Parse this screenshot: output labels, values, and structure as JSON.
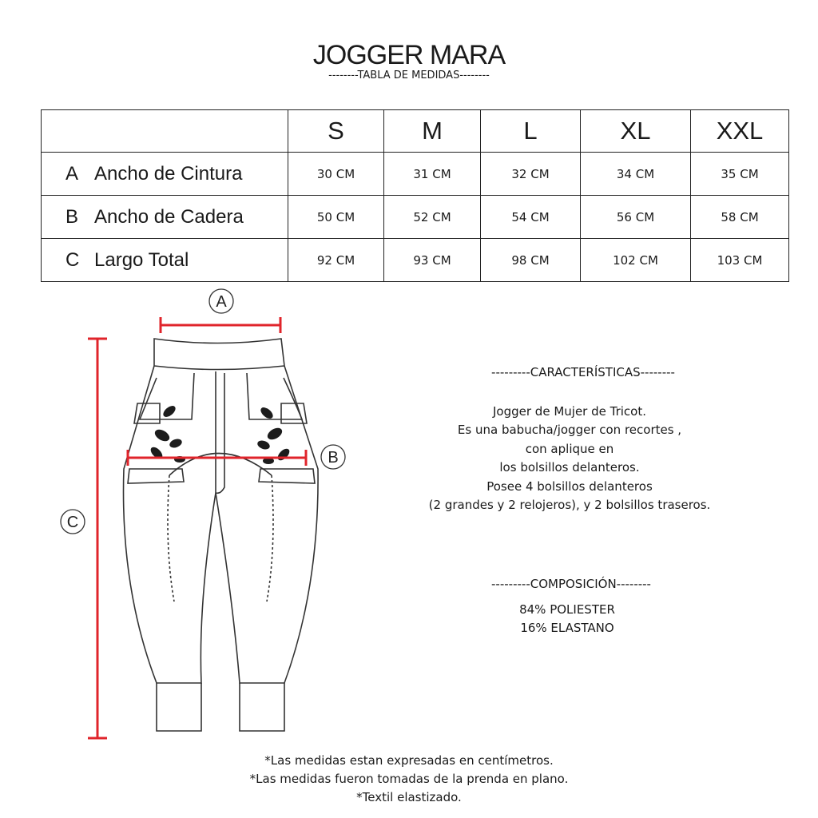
{
  "header": {
    "title": "JOGGER MARA",
    "subtitle": "--------TABLA DE MEDIDAS--------"
  },
  "table": {
    "sizes": [
      "S",
      "M",
      "L",
      "XL",
      "XXL"
    ],
    "rows": [
      {
        "letter": "A",
        "label": "Ancho de Cintura",
        "values": [
          "30 CM",
          "31 CM",
          "32 CM",
          "34 CM",
          "35 CM"
        ]
      },
      {
        "letter": "B",
        "label": "Ancho de Cadera",
        "values": [
          "50 CM",
          "52 CM",
          "54 CM",
          "56 CM",
          "58 CM"
        ]
      },
      {
        "letter": "C",
        "label": "Largo Total",
        "values": [
          "92 CM",
          "93 CM",
          "98 CM",
          "102 CM",
          "103 CM"
        ]
      }
    ]
  },
  "diagram": {
    "markers": {
      "a": "A",
      "b": "B",
      "c": "C"
    },
    "measure_color": "#e0242b"
  },
  "caracteristicas": {
    "heading": "---------CARACTERÍSTICAS--------",
    "lines": [
      "Jogger de Mujer de Tricot.",
      "Es una babucha/jogger con recortes ,",
      "con aplique en",
      "los bolsillos delanteros.",
      "Posee 4 bolsillos delanteros",
      "(2 grandes y 2 relojeros), y 2 bolsillos traseros."
    ]
  },
  "composicion": {
    "heading": "---------COMPOSICIÓN--------",
    "lines": [
      "84% POLIESTER",
      "16% ELASTANO"
    ]
  },
  "notes": [
    "*Las medidas estan expresadas en centímetros.",
    "*Las medidas fueron tomadas de la prenda en plano.",
    "*Textil elastizado."
  ]
}
